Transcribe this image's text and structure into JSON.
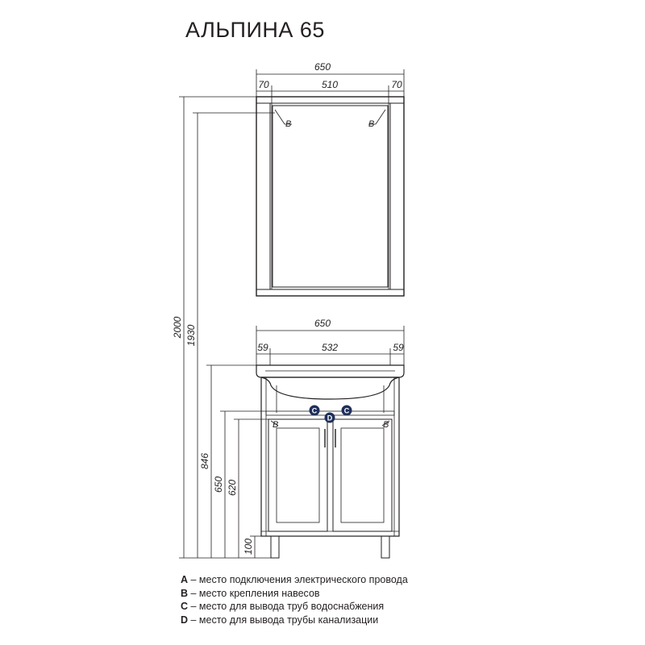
{
  "title": "АЛЬПИНА 65",
  "mirror": {
    "width_total": "650",
    "frame_left": "70",
    "inner": "510",
    "frame_right": "70",
    "mark_left": "B",
    "mark_right": "B"
  },
  "cabinet": {
    "width_total": "650",
    "side_left": "59",
    "inner": "532",
    "side_right": "59",
    "mark_c_left": "C",
    "mark_d": "D",
    "mark_c_right": "C",
    "mark_b_left": "B",
    "mark_b_right": "B"
  },
  "heights": {
    "h2000": "2000",
    "h1930": "1930",
    "h846": "846",
    "h650": "650",
    "h620": "620",
    "h100": "100"
  },
  "legend": [
    {
      "letter": "A",
      "text": " – место подключения электрического провода"
    },
    {
      "letter": "B",
      "text": " – место крепления навесов"
    },
    {
      "letter": "C",
      "text": " – место для вывода труб водоснабжения"
    },
    {
      "letter": "D",
      "text": " – место для вывода трубы канализации"
    }
  ]
}
